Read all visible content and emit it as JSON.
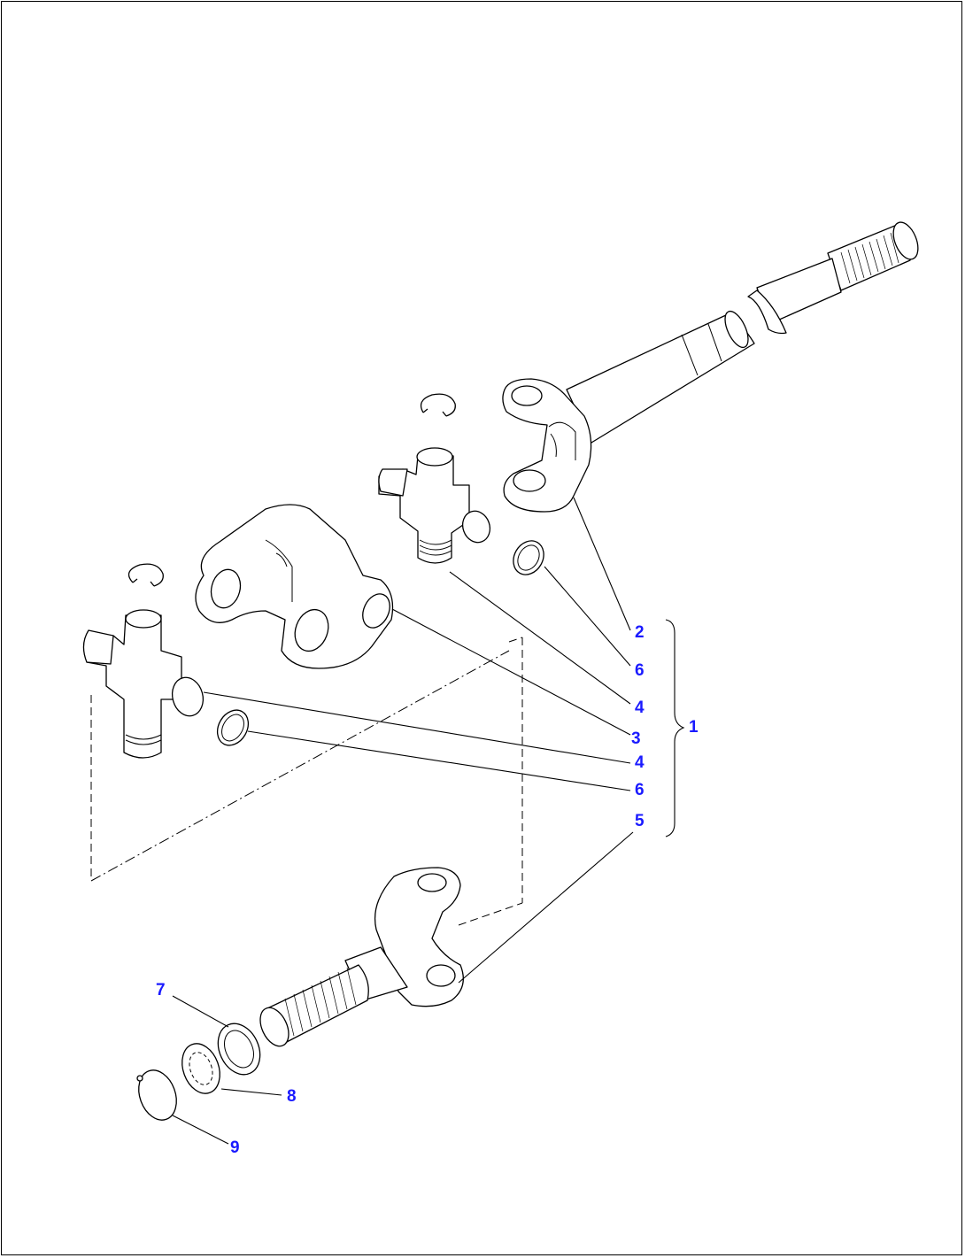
{
  "callouts": [
    {
      "id": "c2",
      "text": "2"
    },
    {
      "id": "c6a",
      "text": "6"
    },
    {
      "id": "c4a",
      "text": "4"
    },
    {
      "id": "c3",
      "text": "3"
    },
    {
      "id": "c1",
      "text": "1"
    },
    {
      "id": "c4b",
      "text": "4"
    },
    {
      "id": "c6b",
      "text": "6"
    },
    {
      "id": "c5",
      "text": "5"
    },
    {
      "id": "c7",
      "text": "7"
    },
    {
      "id": "c8",
      "text": "8"
    },
    {
      "id": "c9",
      "text": "9"
    }
  ],
  "colors": {
    "callout": "#1a1aff",
    "line": "#000000",
    "background": "#ffffff"
  }
}
